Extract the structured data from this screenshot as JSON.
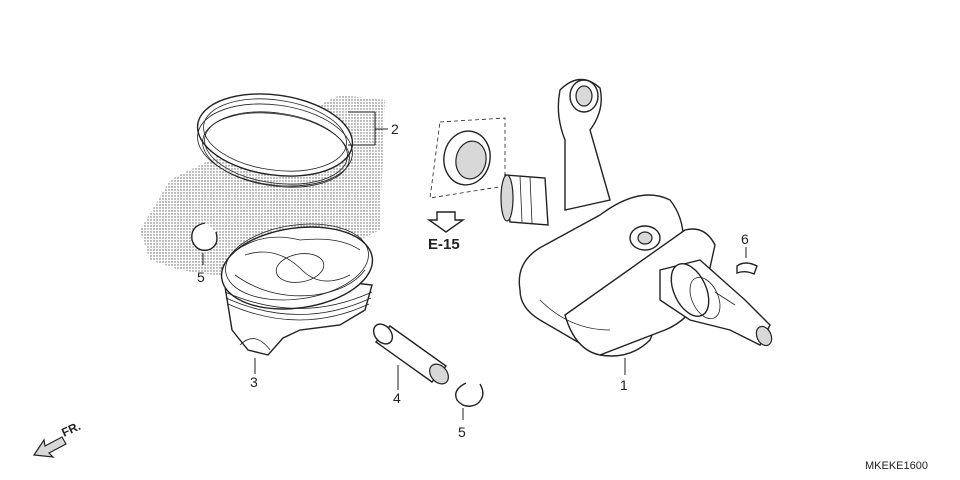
{
  "diagram": {
    "callouts": {
      "c1": "1",
      "c2": "2",
      "c3": "3",
      "c4": "4",
      "c5a": "5",
      "c5b": "5",
      "c6": "6"
    },
    "reference": "E-15",
    "direction_label": "FR.",
    "drawing_code": "MKEKE1600"
  }
}
